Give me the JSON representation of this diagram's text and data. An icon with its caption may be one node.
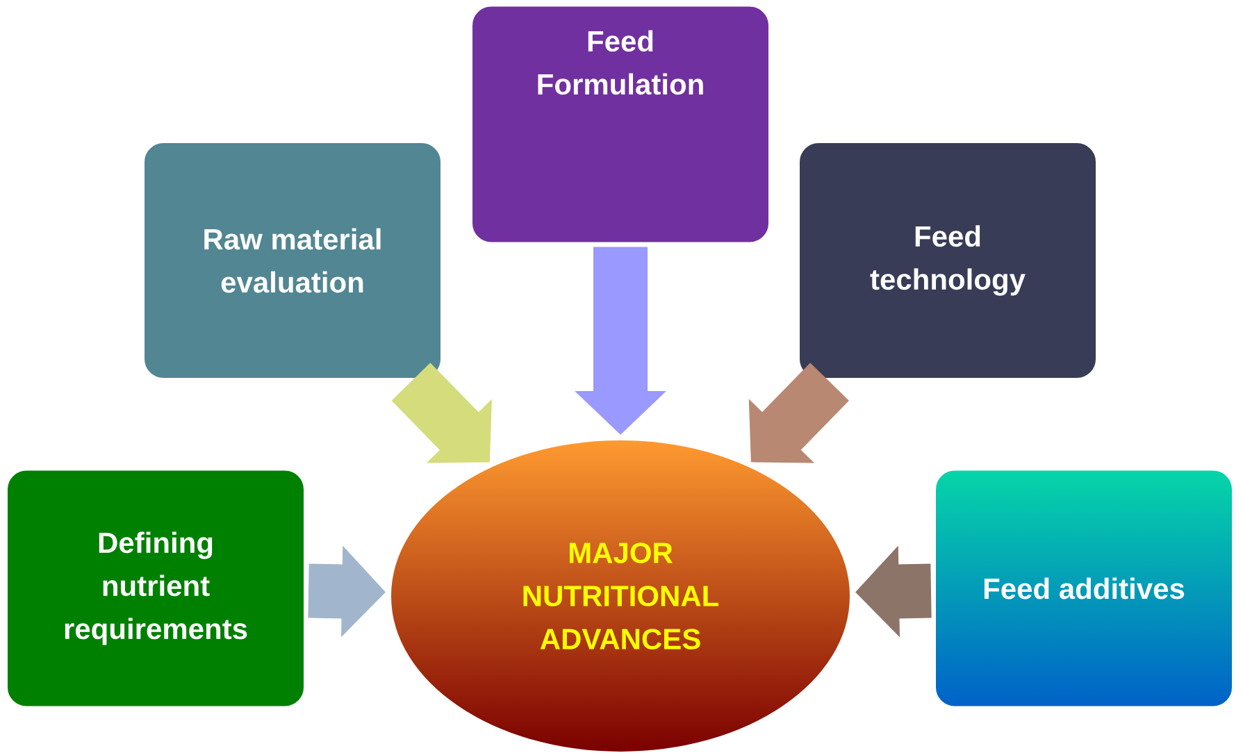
{
  "diagram": {
    "nodes": [
      {
        "text": [
          "Feed Formulation"
        ]
      },
      {
        "text": [
          "Raw material evaluation"
        ]
      },
      {
        "text": [
          "Feed technology"
        ]
      },
      {
        "text": [
          "Defining nutrient requirements"
        ]
      },
      {
        "text": [
          "MAJOR NUTRITIONAL ADVANCES"
        ]
      },
      {
        "text": [
          "Feed additives"
        ]
      }
    ],
    "edges": [
      {
        "from": 0,
        "to": 4,
        "arrow": "to",
        "color": "#9999ff"
      },
      {
        "from": 1,
        "to": 4,
        "arrow": "to",
        "color": "#d4dc7c"
      },
      {
        "from": 2,
        "to": 4,
        "arrow": "to",
        "color": "#b88872"
      },
      {
        "from": 3,
        "to": 4,
        "arrow": "to",
        "color": "#a1b6cc"
      },
      {
        "from": 5,
        "to": 4,
        "arrow": "to",
        "color": "#8c7468"
      }
    ]
  }
}
